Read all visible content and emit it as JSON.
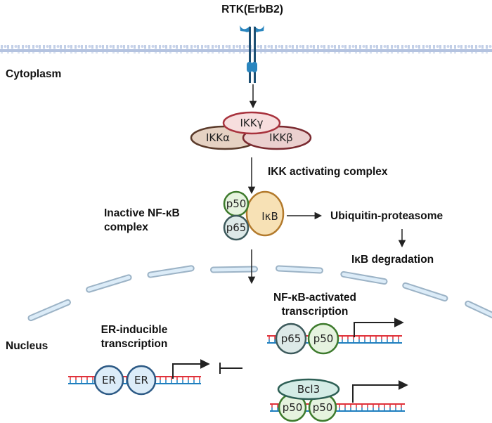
{
  "diagram": {
    "title": "ErbB2-driven NF-κB signaling pathway",
    "receptor": {
      "label": "RTK(ErbB2)"
    },
    "compartments": {
      "cytoplasm": "Cytoplasm",
      "nucleus": "Nucleus"
    },
    "ikk_complex": {
      "subunits": [
        "IKKγ",
        "IKKα",
        "IKKβ"
      ],
      "caption": "IKK activating complex",
      "colors": {
        "gamma": "#f7dede",
        "alpha": "#e6d2c3",
        "beta": "#ebd0cf",
        "gamma_stroke": "#a8323d",
        "alpha_stroke": "#5a3a2a",
        "beta_stroke": "#7a2a30"
      }
    },
    "inactive_complex": {
      "caption_line1": "Inactive NF-κB",
      "caption_line2": "complex",
      "subunits": [
        "p50",
        "p65",
        "IκB"
      ]
    },
    "degradation": {
      "step1": "Ubiquitin-proteasome",
      "step2": "IκB degradation"
    },
    "nfkb_transcription": {
      "caption_line1": "NF-κB-activated",
      "caption_line2": "transcription",
      "dimer1": [
        "p65",
        "p50"
      ],
      "dimer2": {
        "cofactor": "Bcl3",
        "subunits": [
          "p50",
          "p50"
        ]
      }
    },
    "er_transcription": {
      "caption_line1": "ER-inducible",
      "caption_line2": "transcription",
      "subunits": [
        "ER",
        "ER"
      ]
    },
    "colors": {
      "membrane": "#a7b8d8",
      "receptor": "#2a86bf",
      "receptor_dark": "#1d4f73",
      "nuclear_envelope_fill": "#dcecf8",
      "nuclear_envelope_stroke": "#9cb3c6",
      "dna_top": "#e0313a",
      "dna_bottom": "#1f7fbf",
      "p50_fill": "#e6f3df",
      "p50_stroke": "#3d7a2c",
      "p65_fill": "#dde9e8",
      "p65_stroke": "#3d5a5c",
      "ikb_fill": "#f7e1b5",
      "ikb_stroke": "#b37a2c",
      "er_fill": "#dcecf8",
      "er_stroke": "#2d5a85",
      "bcl3_fill": "#d4ece6",
      "bcl3_stroke": "#2d5f55",
      "arrow": "#222222"
    }
  }
}
